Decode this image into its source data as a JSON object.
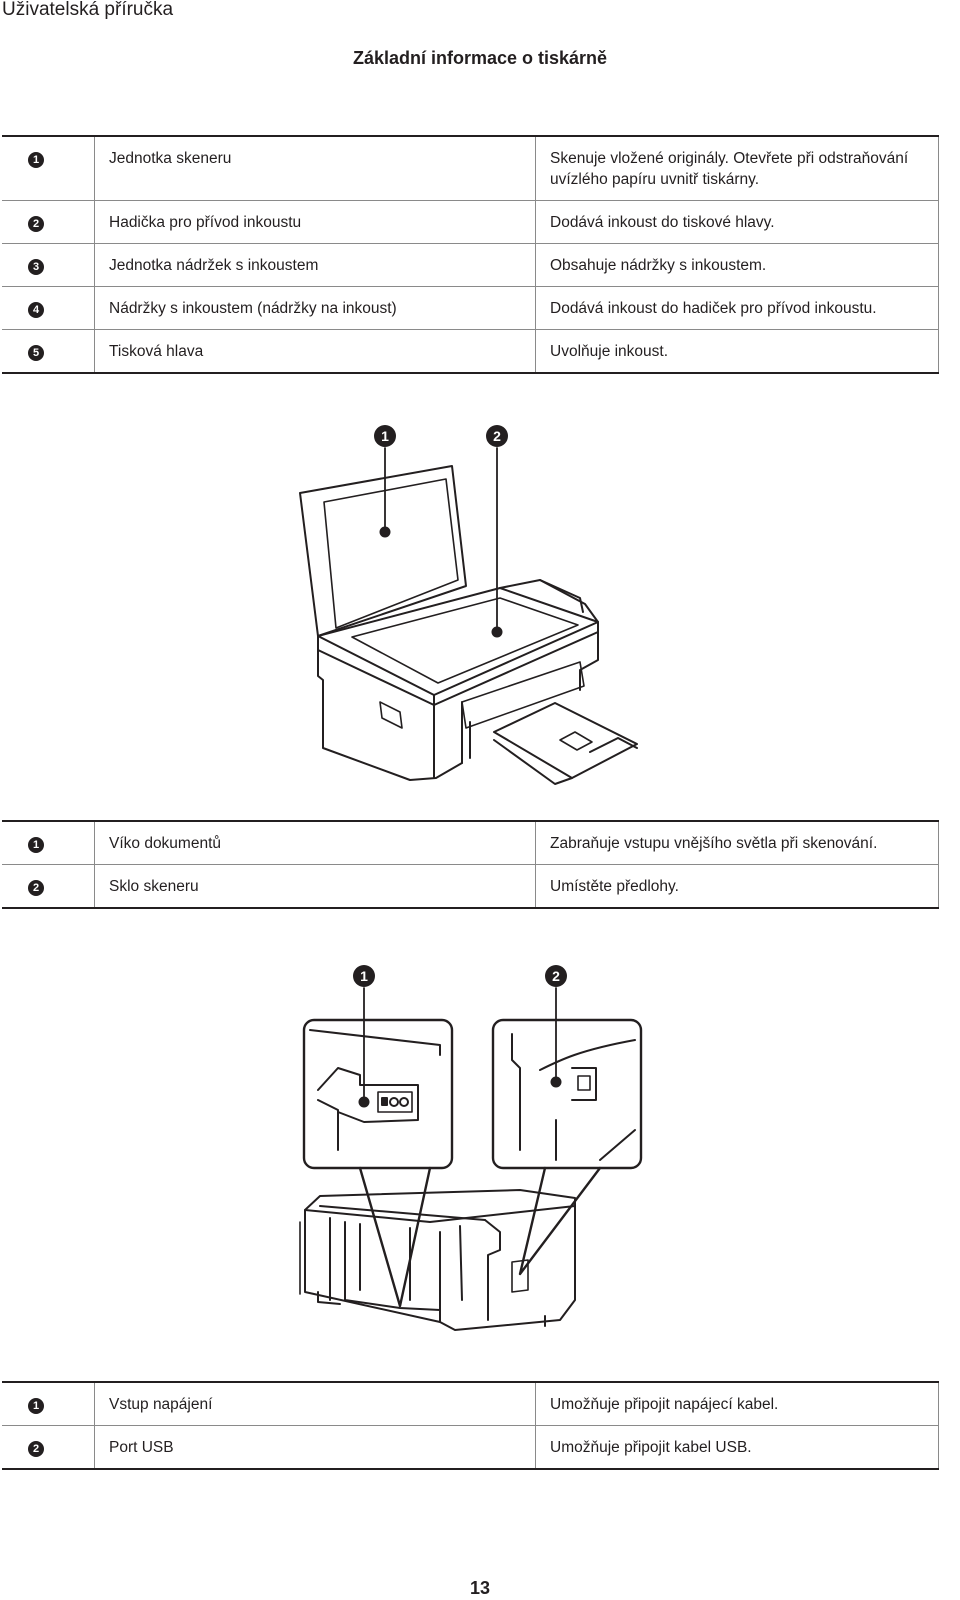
{
  "header": {
    "title": "Uživatelská příručka"
  },
  "section": {
    "title": "Základní informace o tiskárně"
  },
  "table1": {
    "rows": [
      {
        "num": "1",
        "name": "Jednotka skeneru",
        "desc": "Skenuje vložené originály. Otevřete při odstraňování uvízlého papíru uvnitř tiskárny."
      },
      {
        "num": "2",
        "name": "Hadička pro přívod inkoustu",
        "desc": "Dodává inkoust do tiskové hlavy."
      },
      {
        "num": "3",
        "name": "Jednotka nádržek s inkoustem",
        "desc": "Obsahuje nádržky s inkoustem."
      },
      {
        "num": "4",
        "name": "Nádržky s inkoustem (nádržky na inkoust)",
        "desc": "Dodává inkoust do hadiček pro přívod inkoustu."
      },
      {
        "num": "5",
        "name": "Tisková hlava",
        "desc": "Uvolňuje inkoust."
      }
    ]
  },
  "figure1": {
    "callouts": [
      "1",
      "2"
    ]
  },
  "table2": {
    "rows": [
      {
        "num": "1",
        "name": "Víko dokumentů",
        "desc": "Zabraňuje vstupu vnějšího světla při skenování."
      },
      {
        "num": "2",
        "name": "Sklo skeneru",
        "desc": "Umístěte předlohy."
      }
    ]
  },
  "figure2": {
    "callouts": [
      "1",
      "2"
    ]
  },
  "table3": {
    "rows": [
      {
        "num": "1",
        "name": "Vstup napájení",
        "desc": "Umožňuje připojit napájecí kabel."
      },
      {
        "num": "2",
        "name": "Port USB",
        "desc": "Umožňuje připojit kabel USB."
      }
    ]
  },
  "footer": {
    "page_number": "13"
  }
}
